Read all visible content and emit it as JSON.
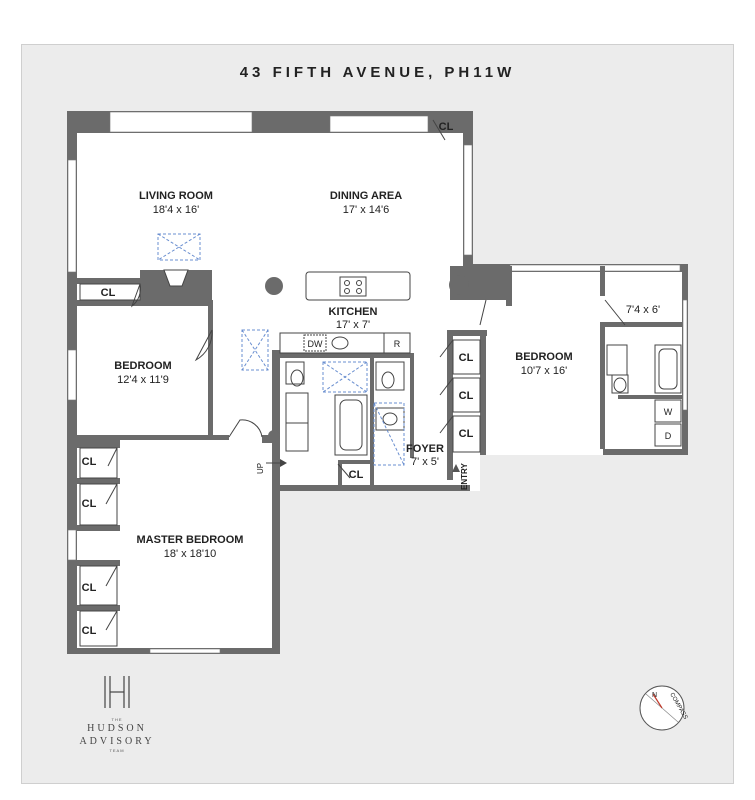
{
  "title": "43 FIFTH AVENUE, PH11W",
  "rooms": {
    "living_room": {
      "name": "LIVING ROOM",
      "dims": "18'4 x 16'"
    },
    "dining_area": {
      "name": "DINING AREA",
      "dims": "17' x 14'6"
    },
    "kitchen": {
      "name": "KITCHEN",
      "dims": "17' x 7'"
    },
    "bedroom_west": {
      "name": "BEDROOM",
      "dims": "12'4 x 11'9"
    },
    "bedroom_east": {
      "name": "BEDROOM",
      "dims": "10'7 x 16'"
    },
    "bath_east": {
      "dims": "7'4 x 6'"
    },
    "master_bedroom": {
      "name": "MASTER BEDROOM",
      "dims": "18' x 18'10"
    },
    "foyer": {
      "name": "FOYER",
      "dims": "7' x 5'"
    }
  },
  "labels": {
    "closet": "CL",
    "dishwasher": "DW",
    "refrigerator": "R",
    "washer": "W",
    "dryer": "D",
    "entry": "ENTRY",
    "up": "UP",
    "compass": "COMPASS",
    "north": "N"
  },
  "logo": {
    "letter": "H",
    "the": "THE",
    "line1": "HUDSON",
    "line2": "ADVISORY",
    "team": "TEAM"
  },
  "colors": {
    "wall": "#6b6b6b",
    "background": "#ececec",
    "dashed_fixture": "#6a8fd0",
    "compass_needle": "#c0392b"
  }
}
